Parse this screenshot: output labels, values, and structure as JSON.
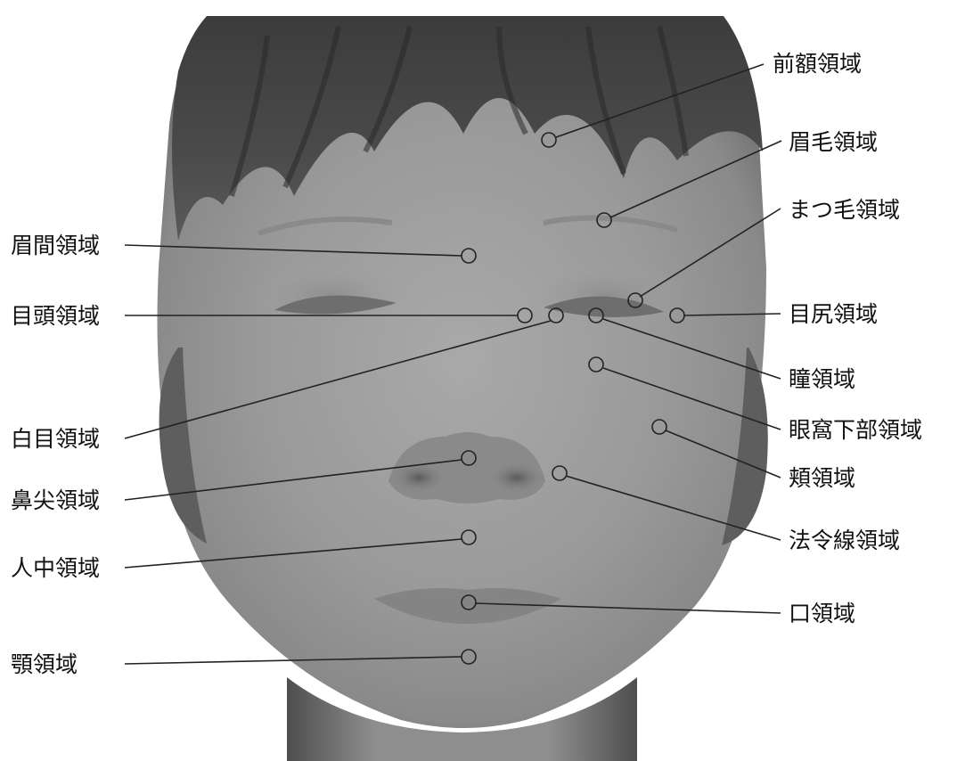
{
  "regions": [
    {
      "id": "forehead",
      "label": "前額領域"
    },
    {
      "id": "eyebrow",
      "label": "眉毛領域"
    },
    {
      "id": "eyelash",
      "label": "まつ毛領域"
    },
    {
      "id": "glabella",
      "label": "眉間領域"
    },
    {
      "id": "inner-eye-corner",
      "label": "目頭領域"
    },
    {
      "id": "outer-eye-corner",
      "label": "目尻領域"
    },
    {
      "id": "pupil",
      "label": "瞳領域"
    },
    {
      "id": "sclera",
      "label": "白目領域"
    },
    {
      "id": "infraorbital",
      "label": "眼窩下部領域"
    },
    {
      "id": "cheek",
      "label": "頬領域"
    },
    {
      "id": "nose-tip",
      "label": "鼻尖領域"
    },
    {
      "id": "nasolabial",
      "label": "法令線領域"
    },
    {
      "id": "philtrum",
      "label": "人中領域"
    },
    {
      "id": "mouth",
      "label": "口領域"
    },
    {
      "id": "jaw",
      "label": "顎領域"
    }
  ]
}
